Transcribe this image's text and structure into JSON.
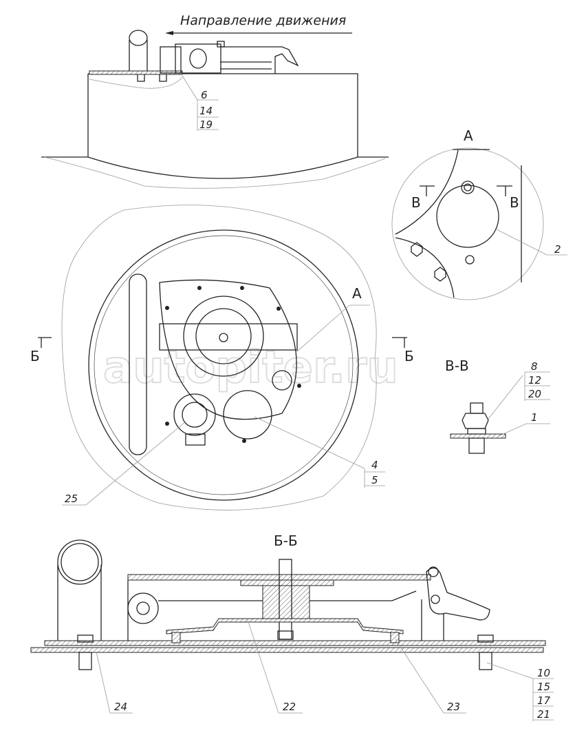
{
  "drawing": {
    "direction_label": "Направление движения",
    "watermark": "autopiter.ru",
    "top_view": {
      "callouts": [
        "6",
        "14",
        "19"
      ]
    },
    "detail_a": {
      "title": "A",
      "section_marks": [
        "В",
        "В"
      ],
      "callout": "2"
    },
    "plan_view": {
      "section_marks": [
        "Б",
        "Б"
      ],
      "detail_ref": "A",
      "callouts_right": [
        "4",
        "5"
      ],
      "callout_left": "25"
    },
    "section_vv": {
      "title": "В-В",
      "callouts_group": [
        "8",
        "12",
        "20"
      ],
      "callout_single": "1"
    },
    "section_bb": {
      "title": "Б-Б",
      "callouts": [
        "24",
        "22",
        "23"
      ],
      "callouts_group": [
        "10",
        "15",
        "17",
        "21"
      ]
    }
  }
}
